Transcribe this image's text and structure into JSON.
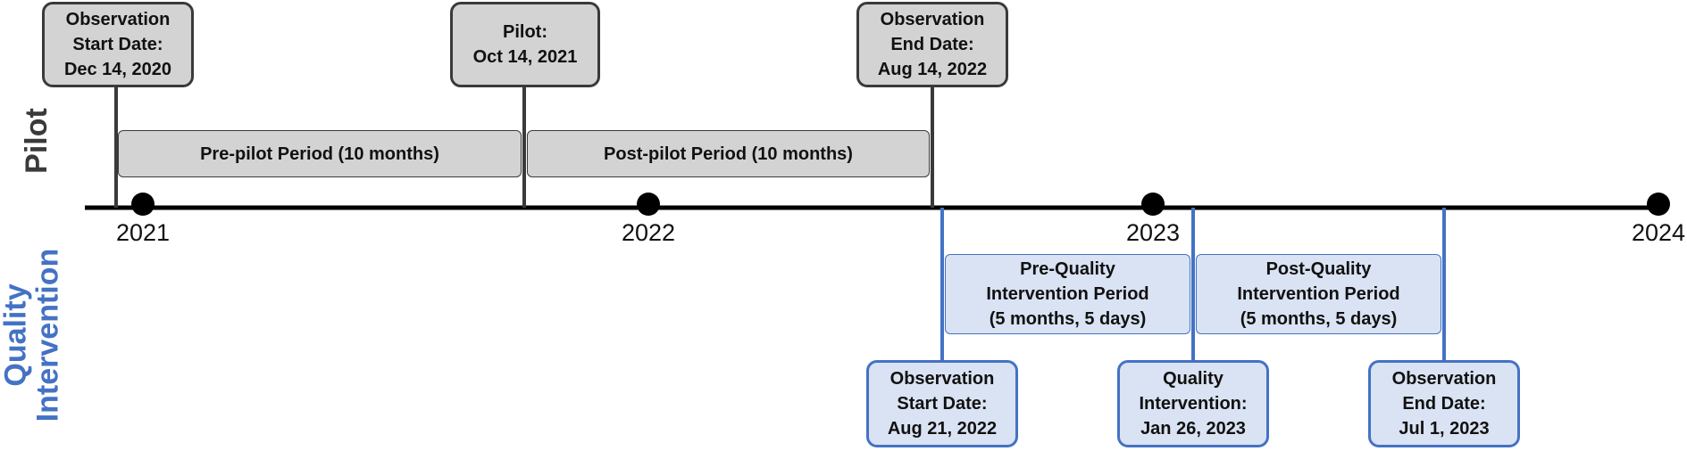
{
  "colors": {
    "pilot": "#3a3a3a",
    "intervention": "#4472c4",
    "gray_fill": "#d3d3d3",
    "blue_fill": "#dae3f3",
    "axis": "#000000"
  },
  "tracks": {
    "pilot_label": "Pilot",
    "intervention_label_line1": "Quality",
    "intervention_label_line2": "Intervention"
  },
  "axis": {
    "years": [
      "2021",
      "2022",
      "2023",
      "2024"
    ]
  },
  "pilot_events": [
    {
      "lines": [
        "Observation",
        "Start Date:",
        "Dec 14, 2020"
      ],
      "date": "2020-12-14"
    },
    {
      "lines": [
        "Pilot:",
        "Oct 14, 2021"
      ],
      "date": "2021-10-14"
    },
    {
      "lines": [
        "Observation",
        "End Date:",
        "Aug 14, 2022"
      ],
      "date": "2022-08-14"
    }
  ],
  "pilot_periods": [
    {
      "label": "Pre-pilot Period (10 months)"
    },
    {
      "label": "Post-pilot Period (10 months)"
    }
  ],
  "intervention_events": [
    {
      "lines": [
        "Observation",
        "Start Date:",
        "Aug 21, 2022"
      ],
      "date": "2022-08-21"
    },
    {
      "lines": [
        "Quality",
        "Intervention:",
        "Jan 26, 2023"
      ],
      "date": "2023-01-26"
    },
    {
      "lines": [
        "Observation",
        "End Date:",
        "Jul 1, 2023"
      ],
      "date": "2023-07-01"
    }
  ],
  "intervention_periods": [
    {
      "lines": [
        "Pre-Quality",
        "Intervention Period",
        "(5 months, 5 days)"
      ]
    },
    {
      "lines": [
        "Post-Quality",
        "Intervention Period",
        "(5 months, 5 days)"
      ]
    }
  ]
}
